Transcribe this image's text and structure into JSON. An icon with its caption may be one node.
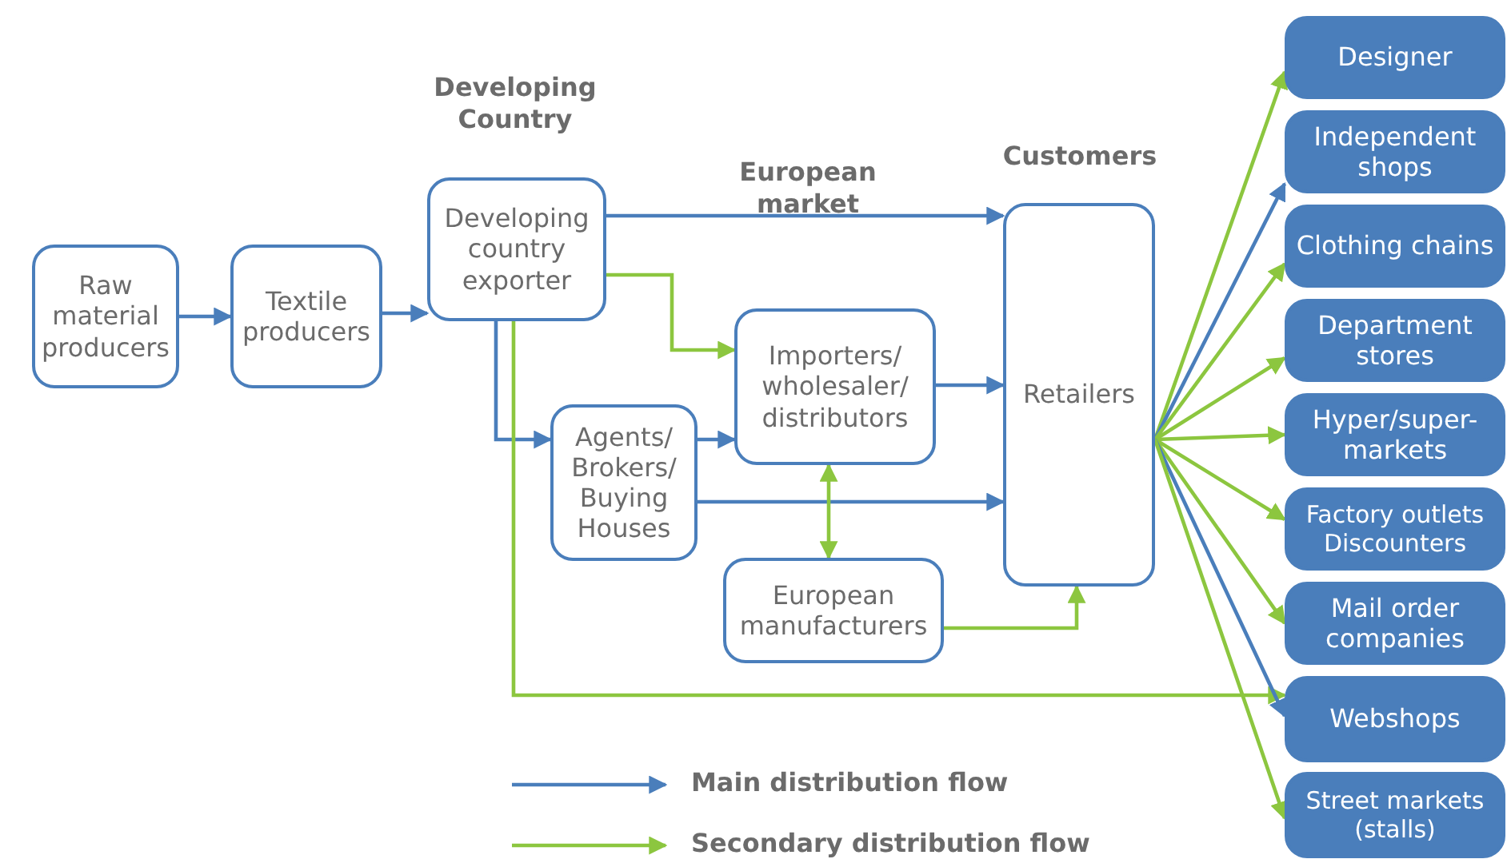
{
  "diagram": {
    "nodes": [
      {
        "text": [
          "Raw material producers"
        ]
      },
      {
        "text": [
          "Textile producers"
        ]
      },
      {
        "text": [
          "Developing country exporter"
        ]
      },
      {
        "text": [
          "Agents/ Brokers/ Buying Houses"
        ]
      },
      {
        "text": [
          "Importers/ wholesaler/ distributors"
        ]
      },
      {
        "text": [
          "European manufacturers"
        ]
      },
      {
        "text": [
          "Retailers"
        ]
      },
      {
        "text": [
          "Designer"
        ]
      },
      {
        "text": [
          "Independent shops"
        ]
      },
      {
        "text": [
          "Clothing chains"
        ]
      },
      {
        "text": [
          "Department stores"
        ]
      },
      {
        "text": [
          "Hyper/super-markets"
        ]
      },
      {
        "text": [
          "Factory outlets Discounters"
        ]
      },
      {
        "text": [
          "Mail order companies"
        ]
      },
      {
        "text": [
          "Webshops"
        ]
      },
      {
        "text": [
          "Street markets (stalls)"
        ]
      }
    ],
    "edges": [
      {
        "from": 0,
        "to": 1,
        "arrow": "to",
        "color": "#4a7ebb"
      },
      {
        "from": 1,
        "to": 2,
        "arrow": "to",
        "color": "#4a7ebb"
      },
      {
        "from": 2,
        "to": 6,
        "arrow": "to",
        "color": "#4a7ebb"
      },
      {
        "from": 2,
        "to": 4,
        "arrow": "to"
      },
      {
        "from": 2,
        "to": 3,
        "arrow": "to",
        "color": "#4a7ebb"
      },
      {
        "from": 3,
        "to": 4,
        "arrow": "to",
        "color": "#4a7ebb"
      },
      {
        "from": 3,
        "to": 6,
        "arrow": "to",
        "color": "#4a7ebb"
      },
      {
        "from": 4,
        "to": 6,
        "arrow": "to",
        "color": "#4a7ebb"
      },
      {
        "from": 4,
        "to": 5,
        "arrow": "both"
      },
      {
        "from": 5,
        "to": 6,
        "arrow": "to"
      },
      {
        "from": 2,
        "to": 14,
        "arrow": "to"
      },
      {
        "from": 6,
        "to": 7,
        "arrow": "to"
      },
      {
        "from": 6,
        "to": 8,
        "arrow": "to",
        "color": "#4a7ebb"
      },
      {
        "from": 6,
        "to": 9,
        "arrow": "to"
      },
      {
        "from": 6,
        "to": 10,
        "arrow": "to"
      },
      {
        "from": 6,
        "to": 11,
        "arrow": "to"
      },
      {
        "from": 6,
        "to": 12,
        "arrow": "to"
      },
      {
        "from": 6,
        "to": 13,
        "arrow": "to"
      },
      {
        "from": 6,
        "to": 14,
        "arrow": "to",
        "color": "#4a7ebb"
      },
      {
        "from": 6,
        "to": 15,
        "arrow": "to"
      }
    ],
    "labels": [
      "Developing Country",
      "European market",
      "Customers"
    ],
    "legend": [
      {
        "text": "Main distribution flow"
      },
      {
        "text": "Secondary distribution flow"
      }
    ]
  }
}
